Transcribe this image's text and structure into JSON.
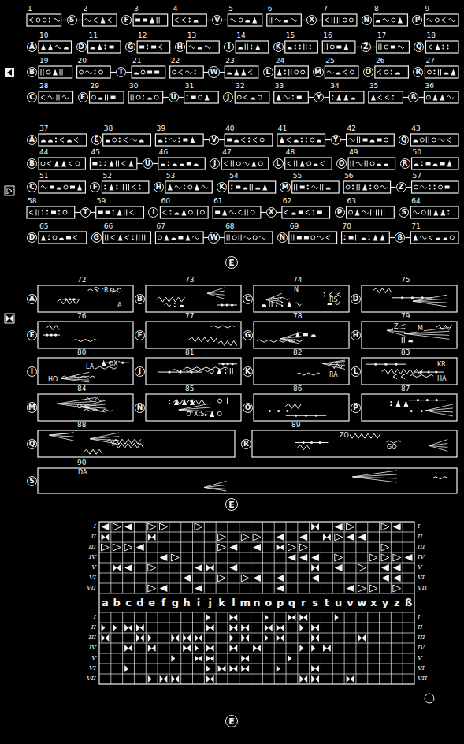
{
  "diagram": {
    "nodes": [
      {
        "text": [
          "S"
        ]
      },
      {
        "text": [
          "F"
        ]
      },
      {
        "text": [
          "V"
        ]
      },
      {
        "text": [
          "X"
        ]
      },
      {
        "text": [
          "N"
        ]
      },
      {
        "text": [
          "P"
        ]
      },
      {
        "text": [
          "A"
        ]
      },
      {
        "text": [
          "D"
        ]
      },
      {
        "text": [
          "G"
        ]
      },
      {
        "text": [
          "H"
        ]
      },
      {
        "text": [
          "I"
        ]
      },
      {
        "text": [
          "K"
        ]
      },
      {
        "text": [
          "Z"
        ]
      },
      {
        "text": [
          "Q"
        ]
      },
      {
        "text": [
          "B"
        ]
      },
      {
        "text": [
          "T"
        ]
      },
      {
        "text": [
          "W"
        ]
      },
      {
        "text": [
          "L"
        ]
      },
      {
        "text": [
          "M"
        ]
      },
      {
        "text": [
          "O"
        ]
      },
      {
        "text": [
          "R"
        ]
      },
      {
        "text": [
          "C"
        ]
      },
      {
        "text": [
          "E"
        ]
      },
      {
        "text": [
          "U"
        ]
      },
      {
        "text": [
          "J"
        ]
      },
      {
        "text": [
          "Y"
        ]
      },
      {
        "text": [
          "ß"
        ]
      },
      {
        "text": [
          "A"
        ]
      },
      {
        "text": [
          "E"
        ]
      },
      {
        "text": [
          "V"
        ]
      },
      {
        "text": [
          "Y"
        ]
      },
      {
        "text": [
          "Q"
        ]
      },
      {
        "text": [
          "B"
        ]
      },
      {
        "text": [
          "U"
        ]
      },
      {
        "text": [
          "J"
        ]
      },
      {
        "text": [
          "L"
        ]
      },
      {
        "text": [
          "O"
        ]
      },
      {
        "text": [
          "R"
        ]
      },
      {
        "text": [
          "C"
        ]
      },
      {
        "text": [
          "F"
        ]
      },
      {
        "text": [
          "H"
        ]
      },
      {
        "text": [
          "K"
        ]
      },
      {
        "text": [
          "M"
        ]
      },
      {
        "text": [
          "Z"
        ]
      },
      {
        "text": [
          "T"
        ]
      },
      {
        "text": [
          "I"
        ]
      },
      {
        "text": [
          "X"
        ]
      },
      {
        "text": [
          "P"
        ]
      },
      {
        "text": [
          "S"
        ]
      },
      {
        "text": [
          "D"
        ]
      },
      {
        "text": [
          "G"
        ]
      },
      {
        "text": [
          "W"
        ]
      },
      {
        "text": [
          "N"
        ]
      },
      {
        "text": [
          "ß"
        ]
      },
      {
        "text": [
          "E"
        ]
      },
      {
        "text": [
          "A"
        ]
      },
      {
        "text": [
          "B"
        ]
      },
      {
        "text": [
          "C"
        ]
      },
      {
        "text": [
          "D"
        ]
      },
      {
        "text": [
          "E"
        ]
      },
      {
        "text": [
          "F"
        ]
      },
      {
        "text": [
          "G"
        ]
      },
      {
        "text": [
          "H"
        ]
      },
      {
        "text": [
          "I"
        ]
      },
      {
        "text": [
          "J"
        ]
      },
      {
        "text": [
          "K"
        ]
      },
      {
        "text": [
          "L"
        ]
      },
      {
        "text": [
          "M"
        ]
      },
      {
        "text": [
          "N"
        ]
      },
      {
        "text": [
          "O"
        ]
      },
      {
        "text": [
          "P"
        ]
      },
      {
        "text": [
          "Q"
        ]
      },
      {
        "text": [
          "R"
        ]
      },
      {
        "text": [
          "S"
        ]
      },
      {
        "text": [
          "E"
        ]
      },
      {
        "text": [
          "E"
        ]
      }
    ],
    "labels": [
      "1",
      "2",
      "3",
      "4",
      "5",
      "6",
      "7",
      "8",
      "9",
      "10",
      "11",
      "12",
      "13",
      "14",
      "15",
      "16",
      "17",
      "18",
      "19",
      "20",
      "21",
      "22",
      "23",
      "24",
      "25",
      "26",
      "27",
      "28",
      "29",
      "30",
      "31",
      "32",
      "33",
      "34",
      "35",
      "36",
      "37",
      "38",
      "39",
      "40",
      "41",
      "42",
      "43",
      "44",
      "45",
      "46",
      "47",
      "48",
      "49",
      "50",
      "51",
      "52",
      "53",
      "54",
      "55",
      "56",
      "57",
      "58",
      "59",
      "60",
      "61",
      "62",
      "63",
      "64",
      "65",
      "66",
      "67",
      "68",
      "69",
      "70",
      "71",
      "72",
      "73",
      "74",
      "75",
      "76",
      "77",
      "78",
      "79",
      "80",
      "81",
      "82",
      "83",
      "84",
      "85",
      "86",
      "87",
      "88",
      "89",
      "90",
      "I",
      "II",
      "III",
      "IV",
      "V",
      "VI",
      "VII",
      "I",
      "II",
      "III",
      "IV",
      "V",
      "VI",
      "VII",
      "a",
      "b",
      "c",
      "d",
      "e",
      "f",
      "g",
      "h",
      "i",
      "j",
      "k",
      "l",
      "m",
      "n",
      "o",
      "p",
      "q",
      "r",
      "s",
      "t",
      "u",
      "v",
      "w",
      "x",
      "y",
      "z",
      "ß",
      "I",
      "II",
      "III",
      "IV",
      "V",
      "VI",
      "VII",
      "I",
      "II",
      "III",
      "IV",
      "V",
      "VI",
      "VII",
      "S: :R",
      "A",
      "N",
      "RS",
      "Z",
      "M",
      "LA",
      "X²",
      "HO",
      "RA",
      "KR",
      "HA",
      "X:S",
      "ZO",
      "GO",
      "DA"
    ]
  }
}
